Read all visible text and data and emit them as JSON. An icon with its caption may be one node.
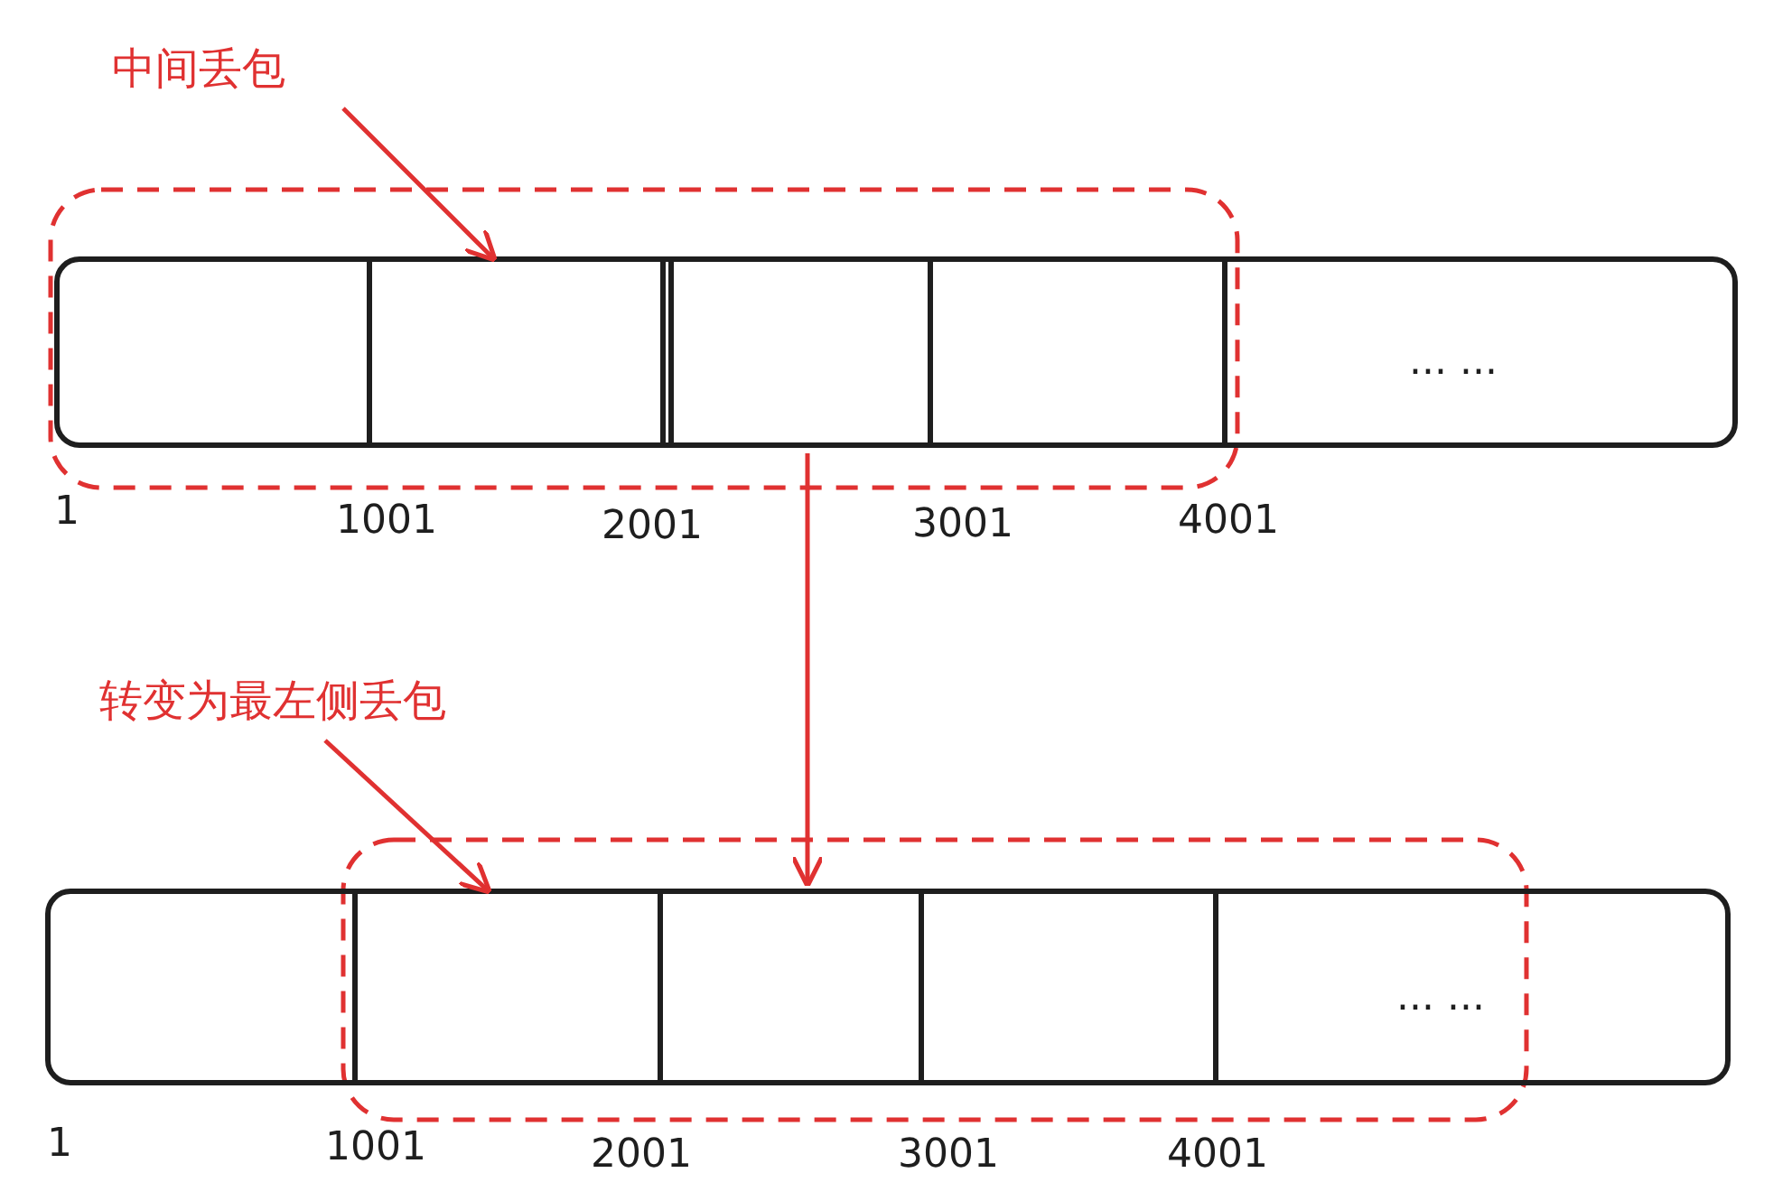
{
  "diagram": {
    "nodes": [
      {
        "text": [
          "中间丢包"
        ]
      },
      {
        "text": [],
        "shape": "bar"
      },
      {
        "text": [],
        "shape": "box",
        "in": 1
      },
      {
        "text": [
          "转变为最左侧丢包"
        ]
      },
      {
        "text": [],
        "shape": "bar"
      },
      {
        "text": [],
        "shape": "box",
        "in": 4
      }
    ],
    "edges": [
      {
        "from": 0,
        "to": 2,
        "arrow": "to",
        "color": "#e03131"
      },
      {
        "from": 1,
        "to": 4,
        "arrow": "to",
        "color": "#e03131"
      },
      {
        "from": 3,
        "to": 5,
        "arrow": "to",
        "color": "#e03131"
      }
    ],
    "labels": [
      "... ...",
      "1",
      "1001",
      "2001",
      "3001",
      "4001",
      "... ...",
      "1",
      "1001",
      "2001",
      "3001",
      "4001"
    ]
  }
}
